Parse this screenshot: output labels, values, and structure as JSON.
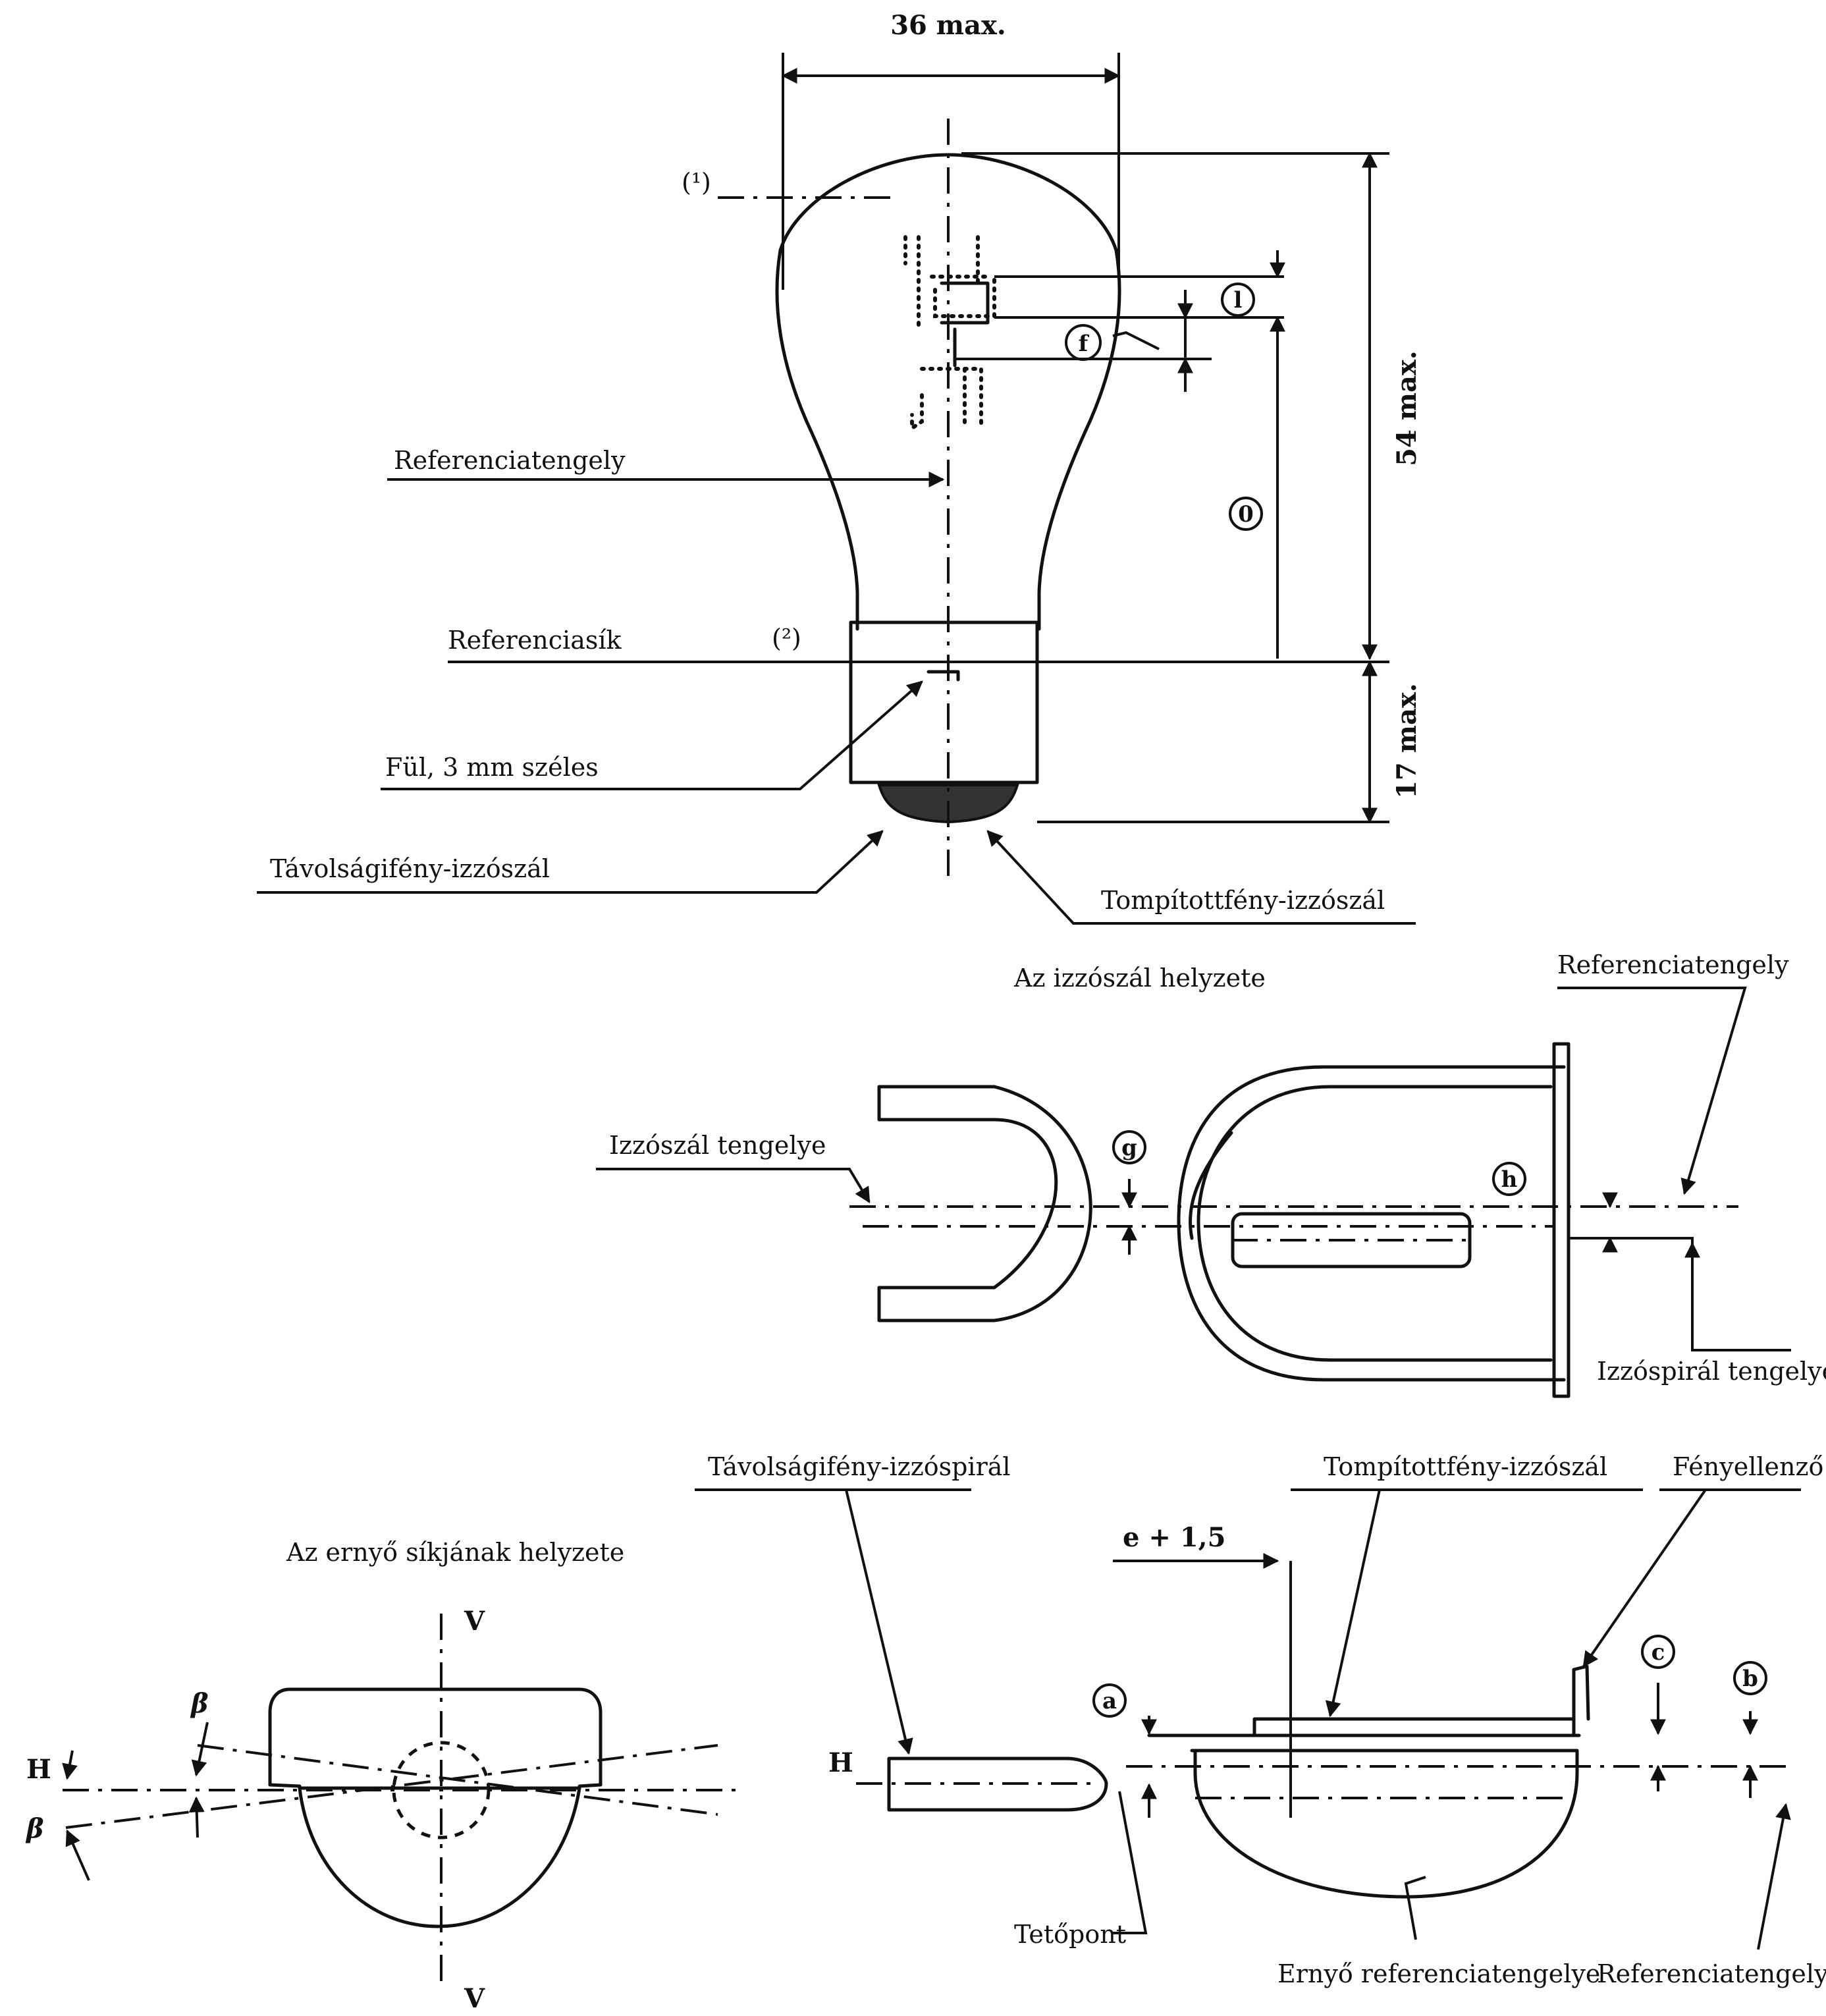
{
  "bulb": {
    "dim_width": "36 max.",
    "dim_height": "54 max.",
    "dim_base": "17 max.",
    "note_1": "(¹)",
    "note_2": "(²)",
    "circle_l": "l",
    "circle_f": "f",
    "circle_o": "0",
    "label_ref_axis": "Referenciatengely",
    "label_ref_plane": "Referenciasík",
    "label_lug": "Fül, 3 mm széles",
    "label_main_filament": "Távolságifény-izzószál",
    "label_dipped_filament": "Tompítottfény-izzószál"
  },
  "filament_position": {
    "title": "Az izzószál helyzete",
    "label_ref_axis": "Referenciatengely",
    "label_filament_axis": "Izzószál tengelye",
    "label_coil_axis": "Izzóspirál tengelye",
    "circle_g": "g",
    "circle_h": "h"
  },
  "shield_position": {
    "title": "Az ernyő síkjának helyzete",
    "label_v_top": "V",
    "label_v_bottom": "V",
    "label_h": "H",
    "label_beta_top": "β",
    "label_beta_bottom": "β"
  },
  "shield_detail": {
    "label_main_coil": "Távolságifény-izzóspirál",
    "label_dipped_filament": "Tompítottfény-izzószál",
    "label_counter": "Fényellenző",
    "dim_e": "e + 1,5",
    "label_h": "H",
    "circle_a": "a",
    "circle_b": "b",
    "circle_c": "c",
    "label_top_point": "Tetőpont",
    "label_shield_axis": "Ernyő referenciatengelye",
    "label_ref_axis": "Referenciatengely"
  }
}
